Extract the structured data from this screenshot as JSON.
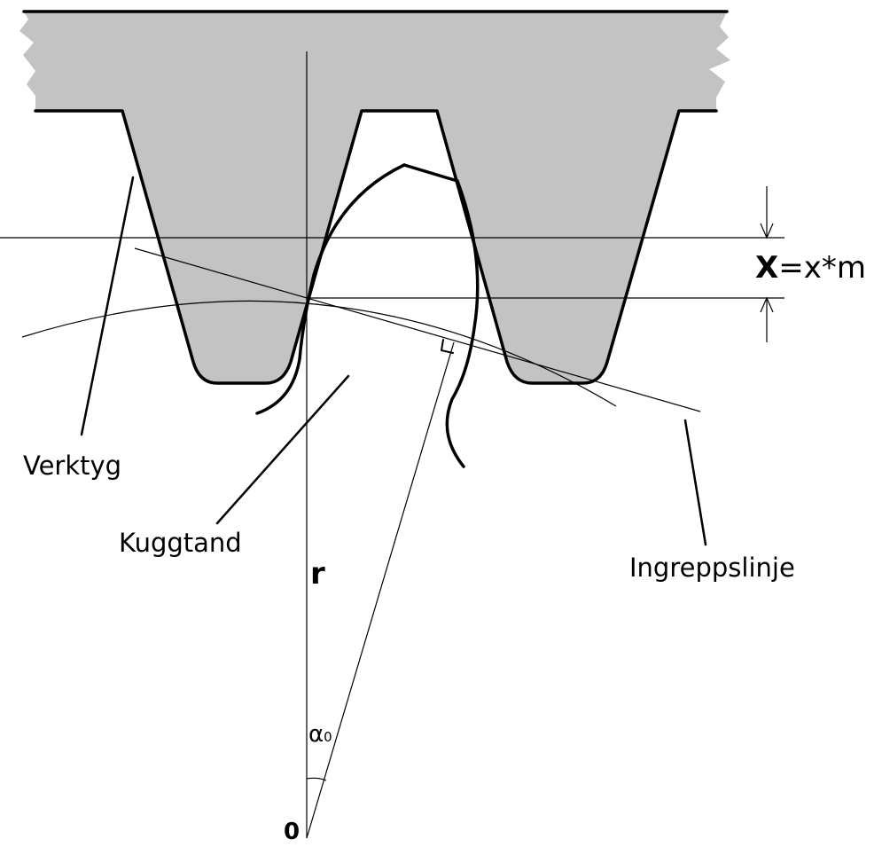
{
  "labels": {
    "tool": "Verktyg",
    "gear_tooth": "Kuggtand",
    "line_of_action": "Ingreppslinje",
    "radius": "r",
    "origin": "0",
    "angle_symbol": "α",
    "angle_subscript": "0",
    "shift_bold": "X",
    "shift_rest": "=x*m"
  },
  "colors": {
    "tool_fill": "#c3c3c3",
    "line": "#000000"
  }
}
